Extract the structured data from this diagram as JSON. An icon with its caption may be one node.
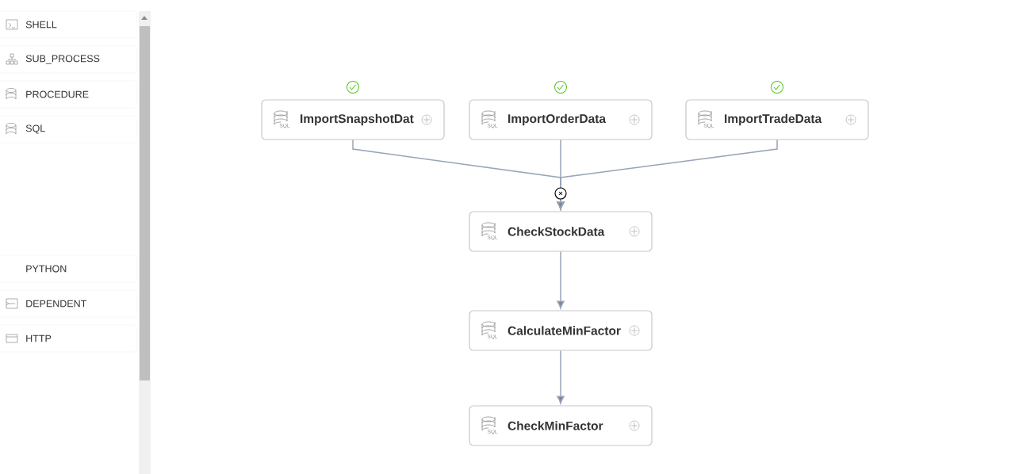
{
  "diagram": {
    "nodes": [
      {
        "text": [
          "ImportSnapshotDat"
        ]
      },
      {
        "text": [
          "ImportOrderData"
        ]
      },
      {
        "text": [
          "ImportTradeData"
        ]
      },
      {
        "text": [
          "CheckStockData"
        ]
      },
      {
        "text": [
          "CalculateMinFactor"
        ]
      },
      {
        "text": [
          "CheckMinFactor"
        ]
      }
    ],
    "edges": [
      {
        "from": 0,
        "to": 3,
        "arrow": "to"
      },
      {
        "from": 1,
        "to": 3,
        "arrow": "to"
      },
      {
        "from": 2,
        "to": 3,
        "arrow": "to"
      },
      {
        "from": 3,
        "to": 4,
        "arrow": "to"
      },
      {
        "from": 4,
        "to": 5,
        "arrow": "to"
      }
    ],
    "labels": [
      "SHELL",
      "SUB_PROCESS",
      "PROCEDURE",
      "SQL",
      "PYTHON",
      "DEPENDENT",
      "HTTP",
      "SQL",
      "SQL",
      "SQL",
      "SQL",
      "SQL",
      "SQL"
    ]
  }
}
